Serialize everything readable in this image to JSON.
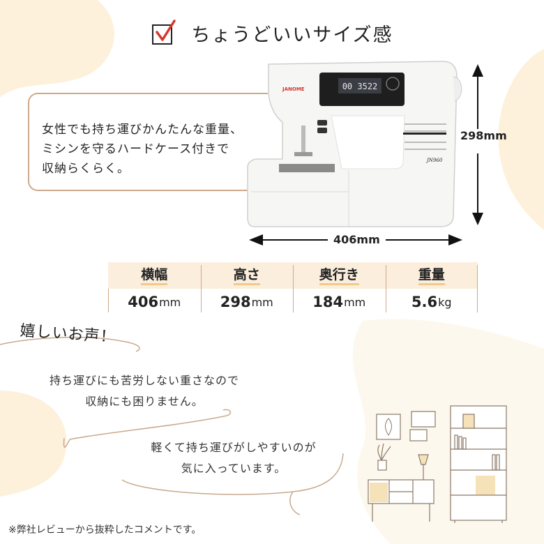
{
  "title": "ちょうどいいサイズ感",
  "feature": {
    "lines": [
      "女性でも持ち運びかんたんな重量、",
      "ミシンを守るハードケース付きで",
      "収納らくらく。"
    ]
  },
  "machine": {
    "brand": "JANOME",
    "model": "JN960",
    "display": "00 3522"
  },
  "dimensions": {
    "height": "298mm",
    "width": "406mm"
  },
  "specs": [
    {
      "label": "横幅",
      "value": "406",
      "unit": "mm"
    },
    {
      "label": "高さ",
      "value": "298",
      "unit": "mm"
    },
    {
      "label": "奥行き",
      "value": "184",
      "unit": "mm"
    },
    {
      "label": "重量",
      "value": "5.6",
      "unit": "kg"
    }
  ],
  "reviews": {
    "title": "嬉しいお声！",
    "items": [
      {
        "lines": [
          "持ち運びにも苦労しない重さなので",
          "収納にも困りません。"
        ]
      },
      {
        "lines": [
          "軽くて持ち運びがしやすいのが",
          "気に入っています。"
        ]
      }
    ]
  },
  "footnote": "※弊社レビューから抜粋したコメントです。",
  "colors": {
    "blob": "#fdf1dc",
    "accent_border": "#cda98a",
    "check": "#d8342b",
    "spec_head_bg": "#fbeedd",
    "underline": "#f2c98a"
  }
}
